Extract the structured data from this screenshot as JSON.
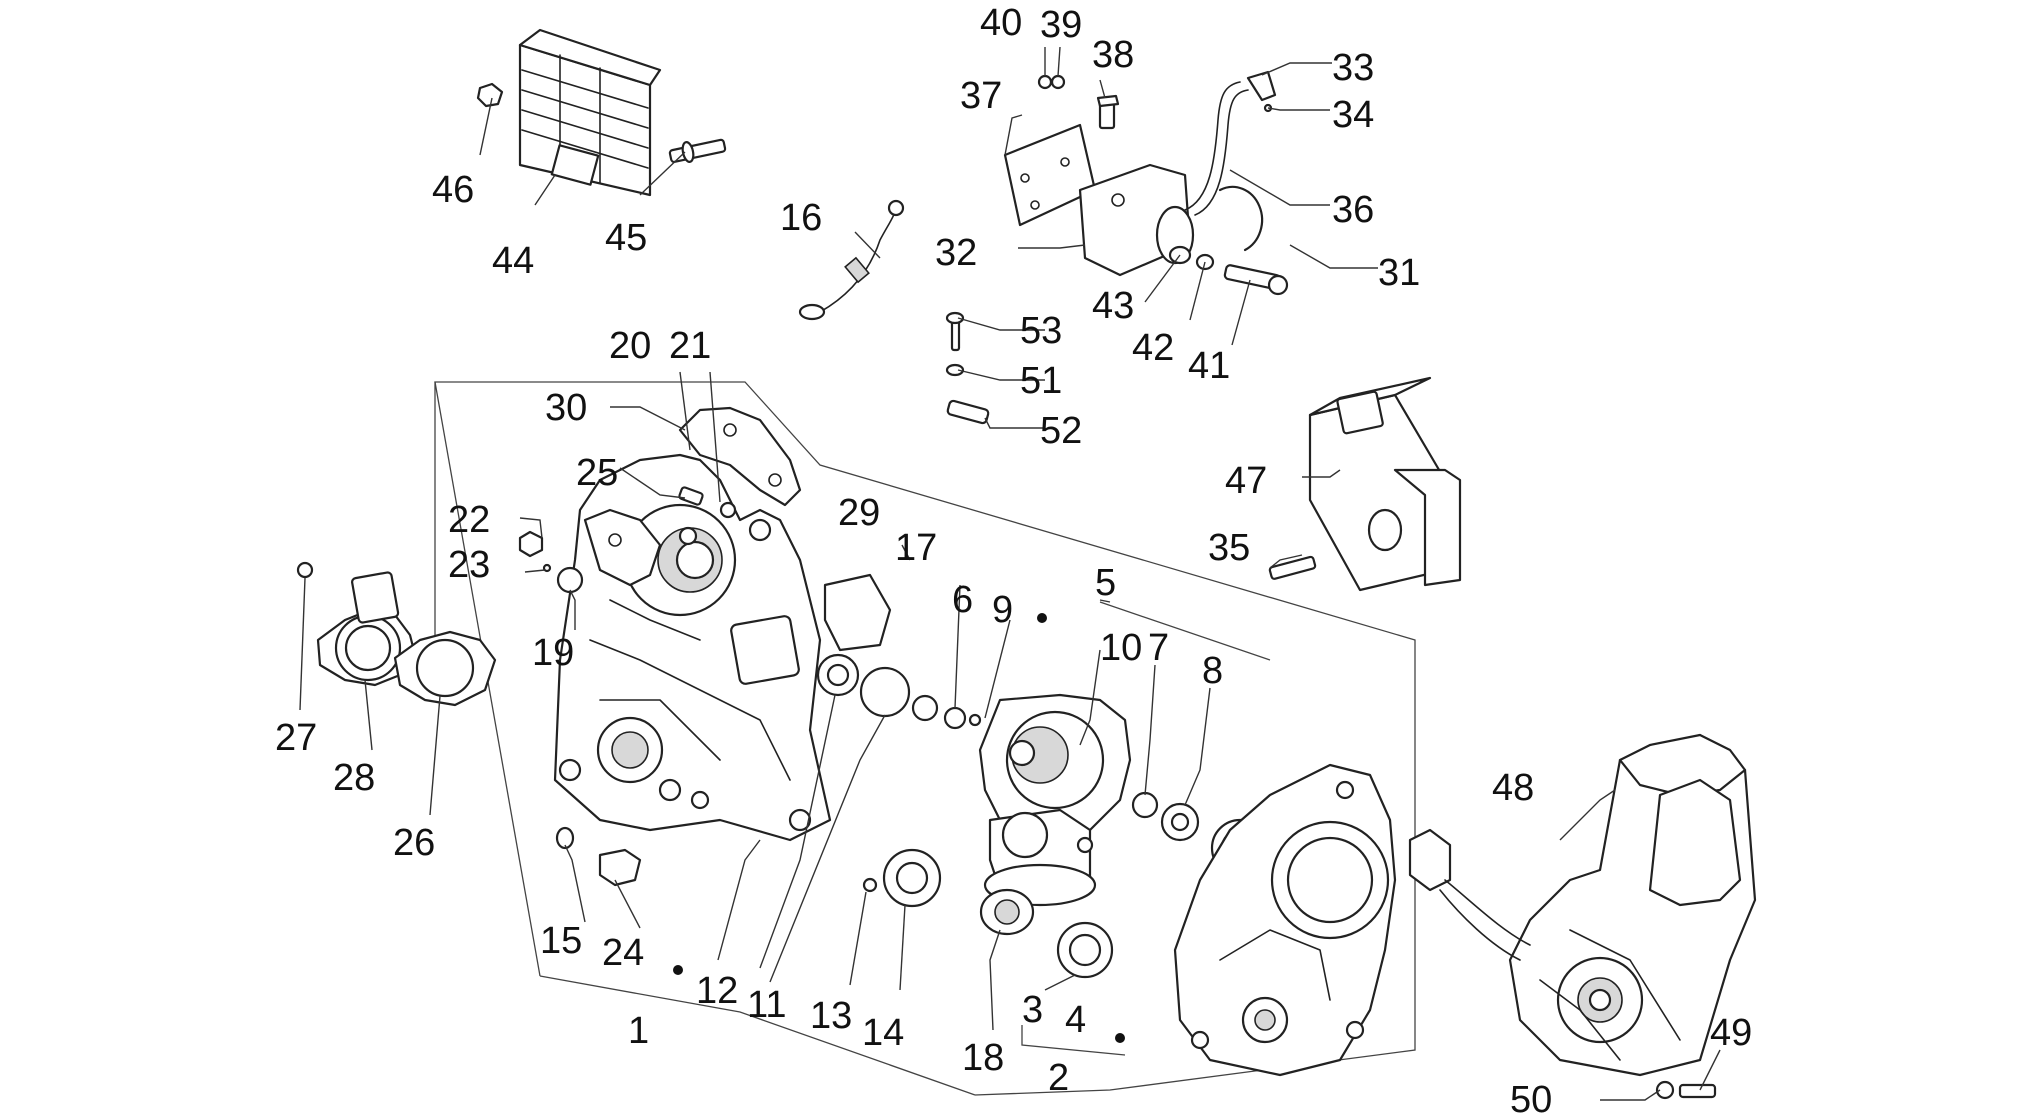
{
  "diagram": {
    "callouts": [
      "1",
      "2",
      "3",
      "4",
      "5",
      "6",
      "7",
      "8",
      "9",
      "10",
      "11",
      "12",
      "13",
      "14",
      "15",
      "16",
      "17",
      "18",
      "19",
      "20",
      "21",
      "22",
      "23",
      "24",
      "25",
      "26",
      "27",
      "28",
      "29",
      "30",
      "31",
      "32",
      "33",
      "34",
      "35",
      "36",
      "37",
      "38",
      "39",
      "40",
      "41",
      "42",
      "43",
      "44",
      "45",
      "46",
      "47",
      "48",
      "49",
      "50",
      "51",
      "52",
      "53"
    ]
  },
  "style": {
    "line_color": "#222222",
    "background": "#ffffff"
  }
}
